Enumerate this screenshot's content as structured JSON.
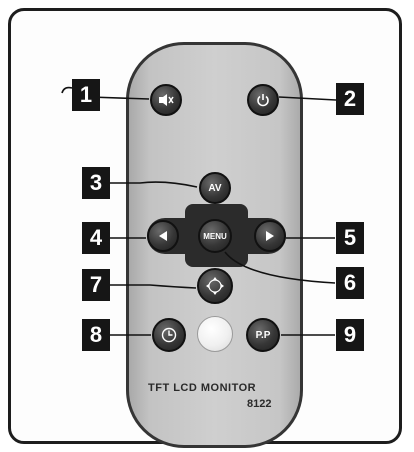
{
  "remote": {
    "model_line1": "TFT LCD MONITOR",
    "model_line2": "8122",
    "body_color": "#c8c8c8",
    "button_color": "#2e2e2e"
  },
  "buttons": [
    {
      "id": 1,
      "name": "mute-button",
      "text": "",
      "icon": "speaker-mute-icon"
    },
    {
      "id": 2,
      "name": "power-button",
      "text": "",
      "icon": "power-icon"
    },
    {
      "id": 3,
      "name": "av-button",
      "text": "AV"
    },
    {
      "id": 4,
      "name": "left-button",
      "text": "",
      "icon": "triangle-left-icon"
    },
    {
      "id": 5,
      "name": "right-button",
      "text": "",
      "icon": "triangle-right-icon"
    },
    {
      "id": 6,
      "name": "menu-button",
      "text": "MENU"
    },
    {
      "id": 7,
      "name": "four-way-button",
      "text": "",
      "icon": "four-arrows-icon"
    },
    {
      "id": 8,
      "name": "timer-button",
      "text": "",
      "icon": "clock-icon"
    },
    {
      "id": 9,
      "name": "pp-button",
      "text": "P.P"
    }
  ],
  "callouts": [
    "1",
    "2",
    "3",
    "4",
    "5",
    "6",
    "7",
    "8",
    "9"
  ]
}
